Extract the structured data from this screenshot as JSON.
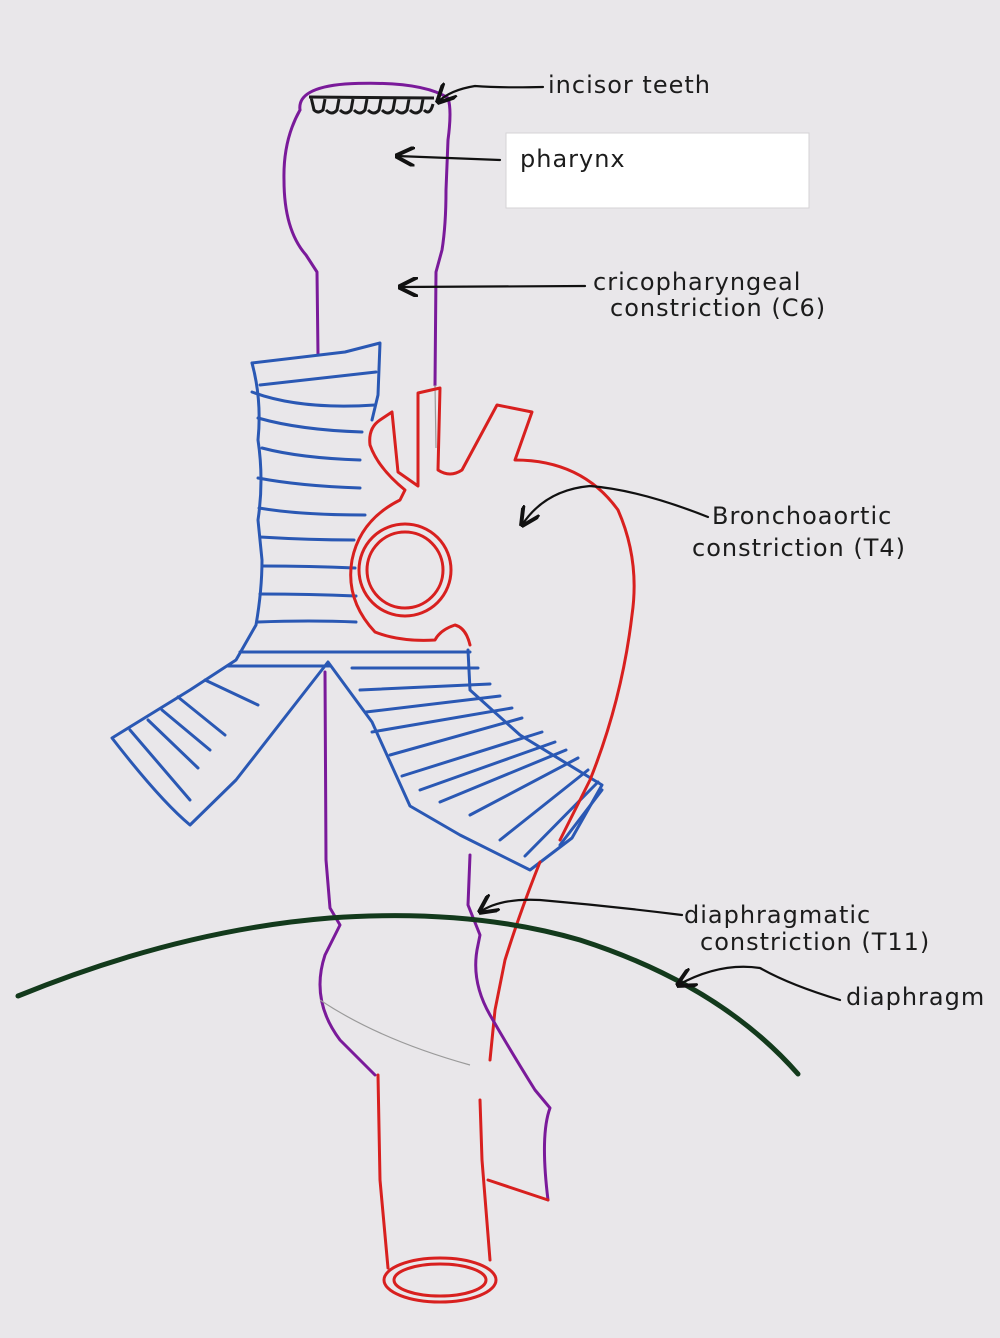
{
  "labels": {
    "incisor_teeth": "incisor teeth",
    "pharynx": "pharynx",
    "cricopharyngeal_line1": "cricopharyngeal",
    "cricopharyngeal_line2": "constriction (C6)",
    "bronchoaortic_line1": "Bronchoaortic",
    "bronchoaortic_line2": "constriction (T4)",
    "diaphragmatic_line1": "diaphragmatic",
    "diaphragmatic_line2": "constriction (T11)",
    "diaphragm": "diaphragm"
  },
  "colors": {
    "paper": "#e9e7ea",
    "esophagus": "#7a1a9a",
    "aorta": "#d8201f",
    "trachea": "#2a58b4",
    "diaphragm": "#133a1c",
    "ink": "#111111",
    "sticky_note": "#ffffff"
  }
}
